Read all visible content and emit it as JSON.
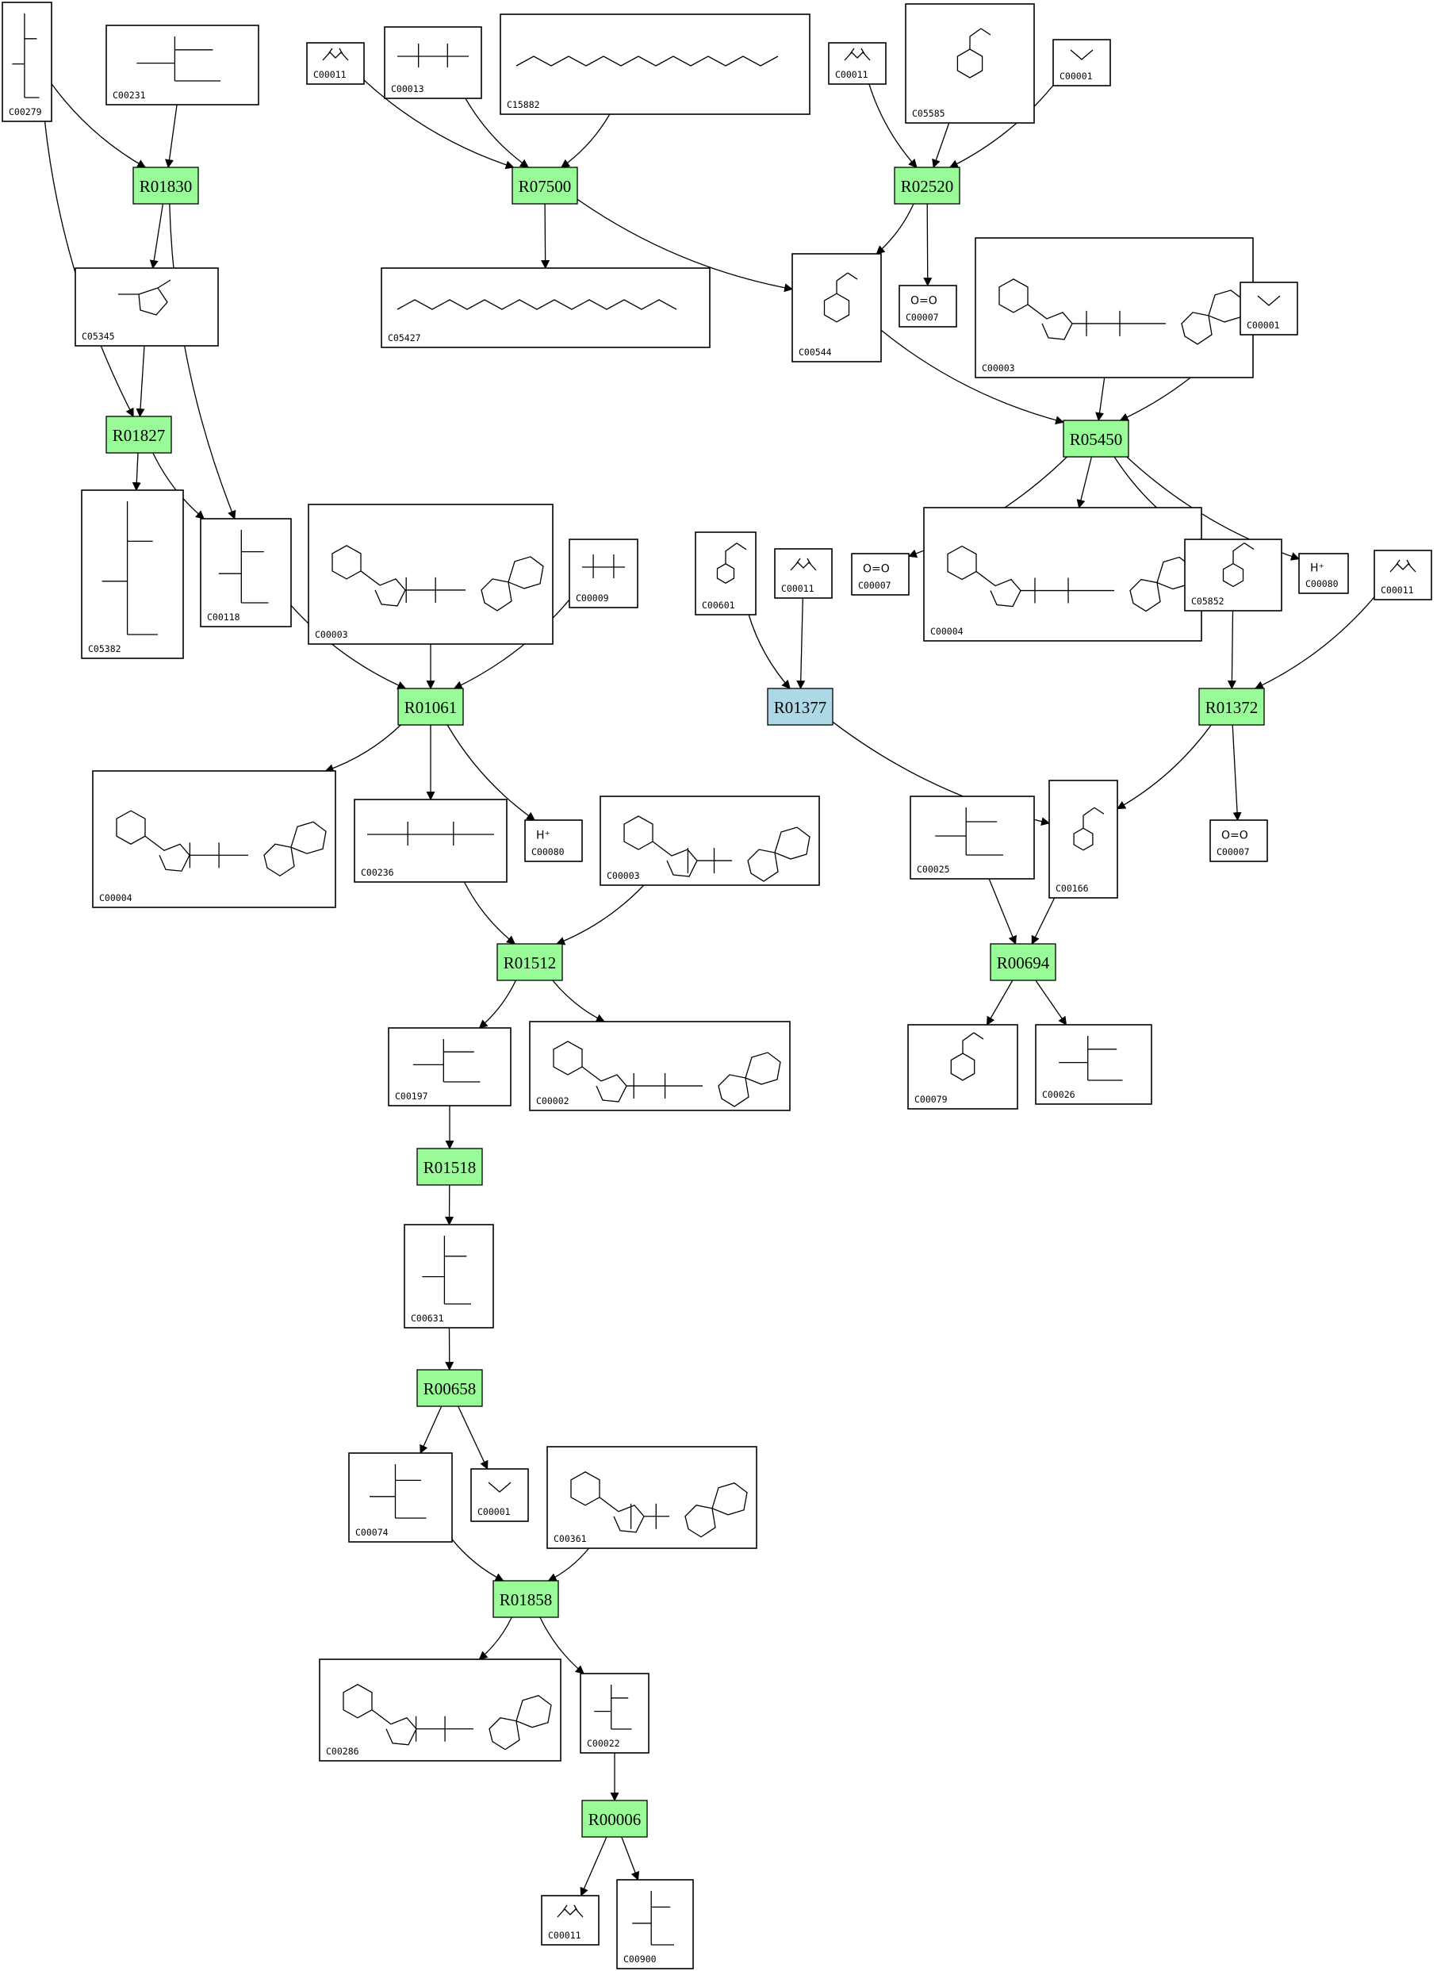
{
  "colors": {
    "reaction_default": "#98fb98",
    "reaction_highlight": "#add8e6",
    "border": "#000000",
    "background": "#ffffff"
  },
  "reactions": [
    {
      "id": "R01830",
      "label": "R01830",
      "color": "#98fb98"
    },
    {
      "id": "R07500",
      "label": "R07500",
      "color": "#98fb98"
    },
    {
      "id": "R02520",
      "label": "R02520",
      "color": "#98fb98"
    },
    {
      "id": "R01827",
      "label": "R01827",
      "color": "#98fb98"
    },
    {
      "id": "R05450",
      "label": "R05450",
      "color": "#98fb98"
    },
    {
      "id": "R01061",
      "label": "R01061",
      "color": "#98fb98"
    },
    {
      "id": "R01377",
      "label": "R01377",
      "color": "#add8e6"
    },
    {
      "id": "R01372",
      "label": "R01372",
      "color": "#98fb98"
    },
    {
      "id": "R01512",
      "label": "R01512",
      "color": "#98fb98"
    },
    {
      "id": "R00694",
      "label": "R00694",
      "color": "#98fb98"
    },
    {
      "id": "R01518",
      "label": "R01518",
      "color": "#98fb98"
    },
    {
      "id": "R00658",
      "label": "R00658",
      "color": "#98fb98"
    },
    {
      "id": "R01858",
      "label": "R01858",
      "color": "#98fb98"
    },
    {
      "id": "R00006",
      "label": "R00006",
      "color": "#98fb98"
    }
  ],
  "compounds": [
    {
      "key": "c00279",
      "id": "C00279",
      "formula": ""
    },
    {
      "key": "c00231",
      "id": "C00231",
      "formula": ""
    },
    {
      "key": "c00011a",
      "id": "C00011",
      "formula": ""
    },
    {
      "key": "c00013",
      "id": "C00013",
      "formula": ""
    },
    {
      "key": "c15882",
      "id": "C15882",
      "formula": ""
    },
    {
      "key": "c00011b",
      "id": "C00011",
      "formula": ""
    },
    {
      "key": "c05585",
      "id": "C05585",
      "formula": ""
    },
    {
      "key": "c00001a",
      "id": "C00001",
      "formula": ""
    },
    {
      "key": "c05345",
      "id": "C05345",
      "formula": ""
    },
    {
      "key": "c05427",
      "id": "C05427",
      "formula": ""
    },
    {
      "key": "c00544",
      "id": "C00544",
      "formula": ""
    },
    {
      "key": "c00007a",
      "id": "C00007",
      "formula": "O=O"
    },
    {
      "key": "c00003a",
      "id": "C00003",
      "formula": ""
    },
    {
      "key": "c00001b",
      "id": "C00001",
      "formula": ""
    },
    {
      "key": "c05382",
      "id": "C05382",
      "formula": ""
    },
    {
      "key": "c00118",
      "id": "C00118",
      "formula": ""
    },
    {
      "key": "c00003b",
      "id": "C00003",
      "formula": ""
    },
    {
      "key": "c00009",
      "id": "C00009",
      "formula": ""
    },
    {
      "key": "c00601",
      "id": "C00601",
      "formula": ""
    },
    {
      "key": "c00011c",
      "id": "C00011",
      "formula": ""
    },
    {
      "key": "c00007b",
      "id": "C00007",
      "formula": "O=O"
    },
    {
      "key": "c00004a",
      "id": "C00004",
      "formula": ""
    },
    {
      "key": "c05852",
      "id": "C05852",
      "formula": ""
    },
    {
      "key": "c00080a",
      "id": "C00080",
      "formula": "H⁺"
    },
    {
      "key": "c00011d",
      "id": "C00011",
      "formula": ""
    },
    {
      "key": "c00004b",
      "id": "C00004",
      "formula": ""
    },
    {
      "key": "c00236",
      "id": "C00236",
      "formula": ""
    },
    {
      "key": "c00080b",
      "id": "C00080",
      "formula": "H⁺"
    },
    {
      "key": "c00003c",
      "id": "C00003",
      "formula": ""
    },
    {
      "key": "c00166",
      "id": "C00166",
      "formula": ""
    },
    {
      "key": "c00025",
      "id": "C00025",
      "formula": ""
    },
    {
      "key": "c00007c",
      "id": "C00007",
      "formula": "O=O"
    },
    {
      "key": "c00197",
      "id": "C00197",
      "formula": ""
    },
    {
      "key": "c00002",
      "id": "C00002",
      "formula": ""
    },
    {
      "key": "c00079",
      "id": "C00079",
      "formula": ""
    },
    {
      "key": "c00026",
      "id": "C00026",
      "formula": ""
    },
    {
      "key": "c00631",
      "id": "C00631",
      "formula": ""
    },
    {
      "key": "c00074",
      "id": "C00074",
      "formula": ""
    },
    {
      "key": "c00001c",
      "id": "C00001",
      "formula": ""
    },
    {
      "key": "c00361",
      "id": "C00361",
      "formula": ""
    },
    {
      "key": "c00286",
      "id": "C00286",
      "formula": ""
    },
    {
      "key": "c00022",
      "id": "C00022",
      "formula": ""
    },
    {
      "key": "c00011e",
      "id": "C00011",
      "formula": ""
    },
    {
      "key": "c00900",
      "id": "C00900",
      "formula": ""
    }
  ],
  "edges": [
    [
      "c00279",
      "R01830"
    ],
    [
      "c00231",
      "R01830"
    ],
    [
      "R01830",
      "c05345"
    ],
    [
      "R01830",
      "c00118"
    ],
    [
      "c00279",
      "R01827"
    ],
    [
      "c05345",
      "R01827"
    ],
    [
      "R01827",
      "c05382"
    ],
    [
      "R01827",
      "c00118"
    ],
    [
      "c00011a",
      "R07500"
    ],
    [
      "c00013",
      "R07500"
    ],
    [
      "c15882",
      "R07500"
    ],
    [
      "R07500",
      "c05427"
    ],
    [
      "R07500",
      "c00544"
    ],
    [
      "c00011b",
      "R02520"
    ],
    [
      "c05585",
      "R02520"
    ],
    [
      "c00001a",
      "R02520"
    ],
    [
      "R02520",
      "c00544"
    ],
    [
      "R02520",
      "c00007a"
    ],
    [
      "c00544",
      "R05450"
    ],
    [
      "c00003a",
      "R05450"
    ],
    [
      "c00001b",
      "R05450"
    ],
    [
      "R05450",
      "c00007b"
    ],
    [
      "R05450",
      "c00004a"
    ],
    [
      "R05450",
      "c05852"
    ],
    [
      "R05450",
      "c00080a"
    ],
    [
      "c00118",
      "R01061"
    ],
    [
      "c00003b",
      "R01061"
    ],
    [
      "c00009",
      "R01061"
    ],
    [
      "R01061",
      "c00004b"
    ],
    [
      "R01061",
      "c00236"
    ],
    [
      "R01061",
      "c00080b"
    ],
    [
      "c00601",
      "R01377"
    ],
    [
      "c00011c",
      "R01377"
    ],
    [
      "R01377",
      "c00166"
    ],
    [
      "c05852",
      "R01372"
    ],
    [
      "c00011d",
      "R01372"
    ],
    [
      "R01372",
      "c00166"
    ],
    [
      "R01372",
      "c00007c"
    ],
    [
      "c00236",
      "R01512"
    ],
    [
      "c00003c",
      "R01512"
    ],
    [
      "R01512",
      "c00197"
    ],
    [
      "R01512",
      "c00002"
    ],
    [
      "c00025",
      "R00694"
    ],
    [
      "c00166",
      "R00694"
    ],
    [
      "R00694",
      "c00079"
    ],
    [
      "R00694",
      "c00026"
    ],
    [
      "c00197",
      "R01518"
    ],
    [
      "R01518",
      "c00631"
    ],
    [
      "c00631",
      "R00658"
    ],
    [
      "R00658",
      "c00074"
    ],
    [
      "R00658",
      "c00001c"
    ],
    [
      "c00074",
      "R01858"
    ],
    [
      "c00361",
      "R01858"
    ],
    [
      "R01858",
      "c00286"
    ],
    [
      "R01858",
      "c00022"
    ],
    [
      "c00022",
      "R00006"
    ],
    [
      "R00006",
      "c00011e"
    ],
    [
      "R00006",
      "c00900"
    ]
  ]
}
